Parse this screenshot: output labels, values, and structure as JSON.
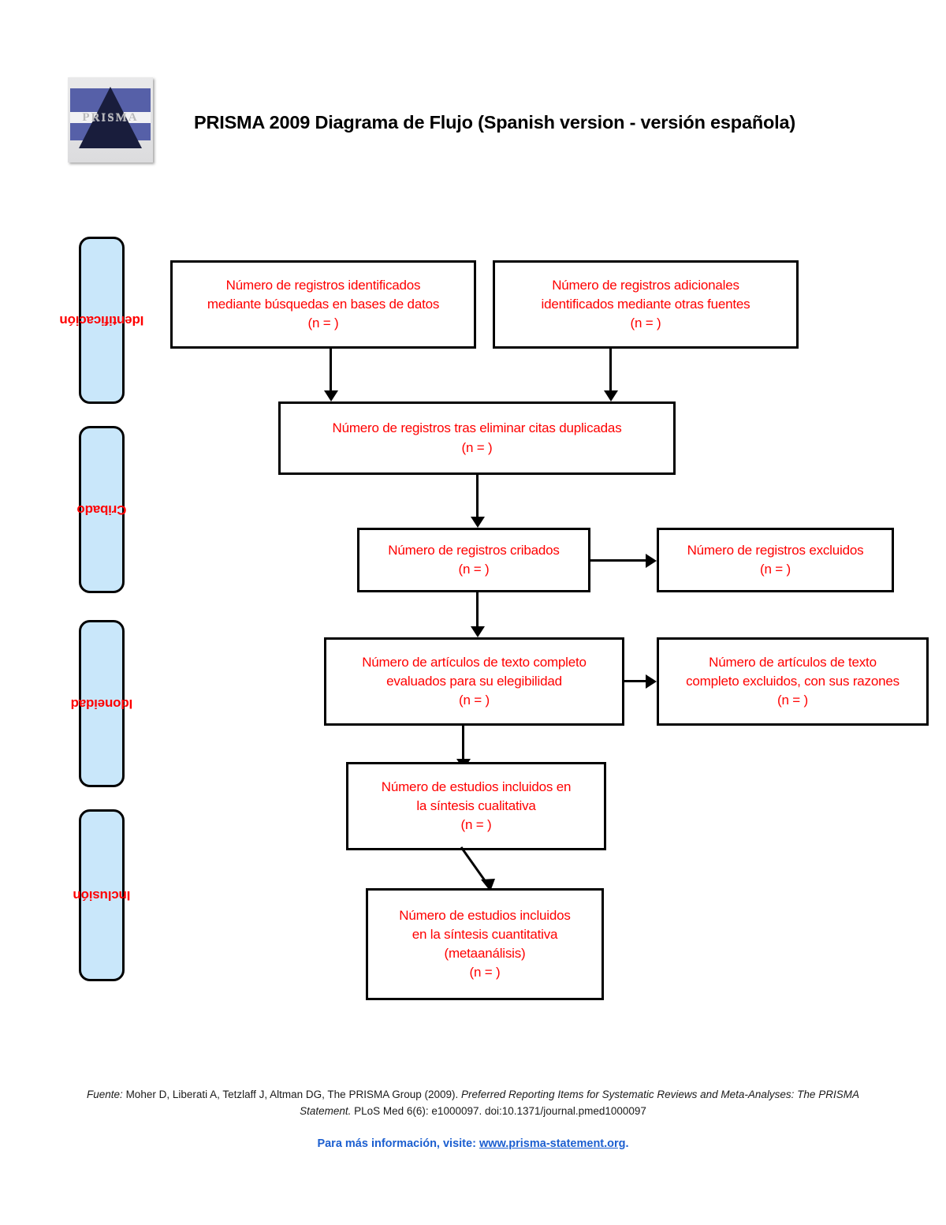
{
  "header": {
    "logo_word": "PRISMA",
    "logo_alt": "prisma-pyramid-logo",
    "title": "PRISMA 2009 Diagrama de Flujo (Spanish version - versión española)"
  },
  "stages": [
    {
      "label": "Identificación"
    },
    {
      "label": "Cribado"
    },
    {
      "label": "Idoneidad"
    },
    {
      "label": "Inclusión"
    }
  ],
  "boxes": {
    "identified_db": {
      "line1": "Número de registros identificados",
      "line2": "mediante búsquedas en bases de datos",
      "line3": "(n =   )"
    },
    "identified_other": {
      "line1": "Número de registros adicionales",
      "line2": "identificados mediante otras fuentes",
      "line3": "(n =   )"
    },
    "duplicates_removed": {
      "line1": "Número de registros tras eliminar citas duplicadas",
      "line2": "(n =   )"
    },
    "screened": {
      "line1": "Número de registros cribados",
      "line2": "(n =   )"
    },
    "records_excluded": {
      "line1": "Número de registros excluidos",
      "line2": "(n =   )"
    },
    "fulltext_assessed": {
      "line1": "Número de artículos de texto completo",
      "line2": "evaluados para su elegibilidad",
      "line3": "(n =   )"
    },
    "fulltext_excluded": {
      "line1": "Número de artículos de texto",
      "line2": "completo excluidos, con sus razones",
      "line3": "(n =   )"
    },
    "qualitative": {
      "line1": "Número de estudios incluidos en",
      "line2": "la síntesis cualitativa",
      "line3": "(n =   )"
    },
    "quantitative": {
      "line1": "Número de estudios incluidos",
      "line2": "en la síntesis cuantitativa",
      "line3": "(metaanálisis)",
      "line4": "(n =   )"
    }
  },
  "footer": {
    "source_label": "Fuente:",
    "citation_part1": " Moher D, Liberati A, Tetzlaff J, Altman DG, The PRISMA Group (2009). ",
    "citation_italic": "Preferred Reporting Items for Systematic Reviews and Meta-Analyses: The PRISMA Statement.",
    "citation_part2": " PLoS Med 6(6): e1000097. doi:10.1371/journal.pmed1000097",
    "more_info_label": "Para más información, visite: ",
    "more_info_url": "www.prisma-statement.org",
    "more_info_period": "."
  },
  "colors": {
    "pill_fill": "#c9e7fa",
    "box_text": "#ff0000",
    "link": "#1c5fd0",
    "stroke": "#000000"
  }
}
